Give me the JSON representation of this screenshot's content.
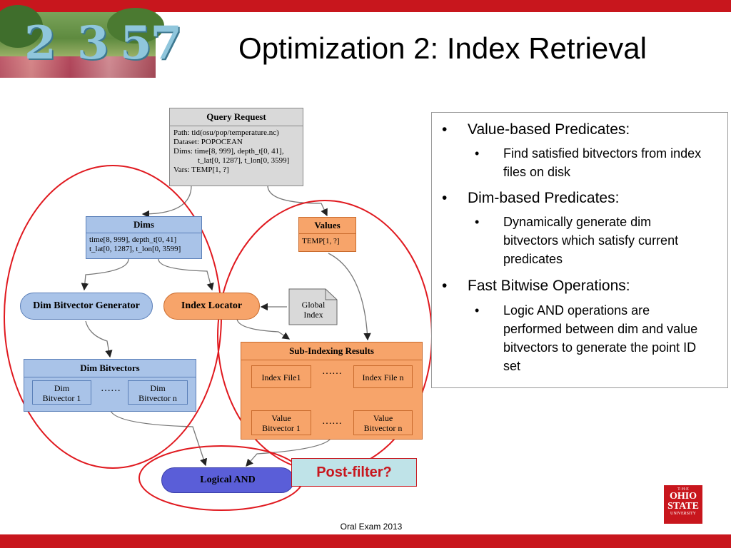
{
  "slide": {
    "title": "Optimization 2: Index Retrieval",
    "footer": "Oral Exam 2013",
    "photo_numbers": [
      "2",
      "3",
      "57"
    ]
  },
  "bullets": [
    {
      "text": "Value-based Predicates:",
      "sub": [
        "Find satisfied bitvectors from index files on disk"
      ]
    },
    {
      "text": "Dim-based Predicates:",
      "sub": [
        "Dynamically generate dim bitvectors which satisfy current predicates"
      ]
    },
    {
      "text": "Fast Bitwise Operations:",
      "sub": [
        "Logic AND operations are performed between dim and value bitvectors to generate the point ID set"
      ]
    }
  ],
  "bullet_symbol": "•",
  "diagram": {
    "query_request": {
      "title": "Query Request",
      "lines": [
        "Path: tid(osu/pop/temperature.nc)",
        "Dataset: POPOCEAN",
        "Dims: time[8, 999], depth_t[0, 41],",
        "t_lat[0, 1287], t_lon[0, 3599]",
        "Vars:  TEMP[1, ?]"
      ]
    },
    "dims": {
      "title": "Dims",
      "lines": [
        "time[8, 999], depth_t[0, 41]",
        "t_lat[0, 1287], t_lon[0, 3599]"
      ]
    },
    "values": {
      "title": "Values",
      "lines": [
        "TEMP[1, ?]"
      ]
    },
    "dim_bitvector_generator": "Dim Bitvector Generator",
    "index_locator": "Index Locator",
    "global_index": {
      "line1": "Global",
      "line2": "Index"
    },
    "dim_bitvectors": {
      "title": "Dim Bitvectors",
      "item1": [
        "Dim",
        "Bitvector 1"
      ],
      "item2": [
        "Dim",
        "Bitvector n"
      ],
      "ellipsis": "……"
    },
    "sub_indexing": {
      "title": "Sub-Indexing Results",
      "file1": "Index File1",
      "filen": "Index File n",
      "vb1": [
        "Value",
        "Bitvector 1"
      ],
      "vbn": [
        "Value",
        "Bitvector n"
      ],
      "ellipsis": "……"
    },
    "logical_and": "Logical AND",
    "post_filter": "Post-filter?"
  },
  "logo": {
    "line1": "T·H·E",
    "line2": "OHIO",
    "line3": "STATE",
    "line4": "UNIVERSITY"
  },
  "colors": {
    "brand_red": "#c8161d",
    "dims_blue": "#a9c3e8",
    "values_orange": "#f7a46a",
    "and_blue": "#5a5ed8",
    "highlight_red": "#e0191f"
  }
}
